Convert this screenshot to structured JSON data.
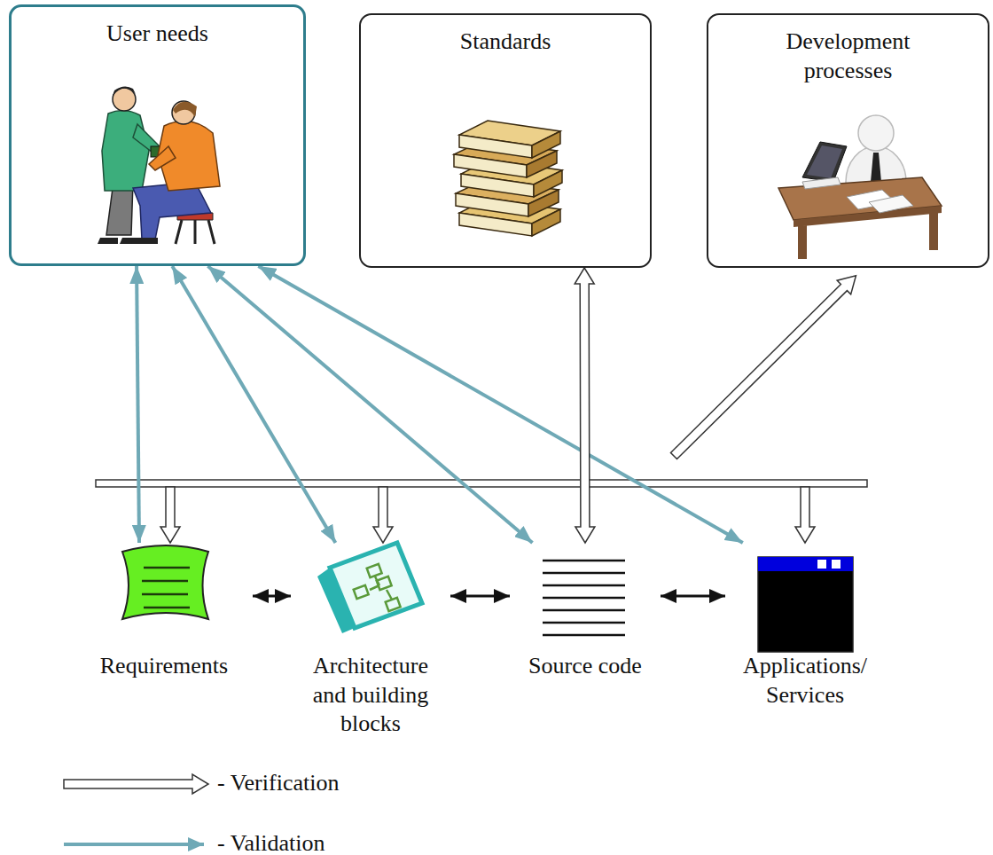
{
  "diagram": {
    "nodes": [
      {
        "text": [
          "User needs"
        ]
      },
      {
        "text": [
          "Standards"
        ]
      },
      {
        "text": [
          "Development processes"
        ]
      },
      {
        "text": [
          "Requirements"
        ]
      },
      {
        "text": [
          "Architecture and building blocks"
        ]
      },
      {
        "text": [
          "Source code"
        ]
      },
      {
        "text": [
          "Applications/ Services"
        ]
      }
    ],
    "edges": [
      {
        "from": 0,
        "to": 3,
        "arrow": "both"
      },
      {
        "from": 0,
        "to": 4,
        "arrow": "both"
      },
      {
        "from": 0,
        "to": 5,
        "arrow": "both"
      },
      {
        "from": 0,
        "to": 6,
        "arrow": "both"
      },
      {
        "from": 1,
        "to": 5,
        "arrow": "both"
      },
      {
        "from": 3,
        "to": 4,
        "arrow": "both"
      },
      {
        "from": 4,
        "to": 5,
        "arrow": "both"
      },
      {
        "from": 5,
        "to": 6,
        "arrow": "both"
      }
    ],
    "legend": [
      {
        "text": "- Verification"
      },
      {
        "text": "- Validation"
      }
    ]
  }
}
